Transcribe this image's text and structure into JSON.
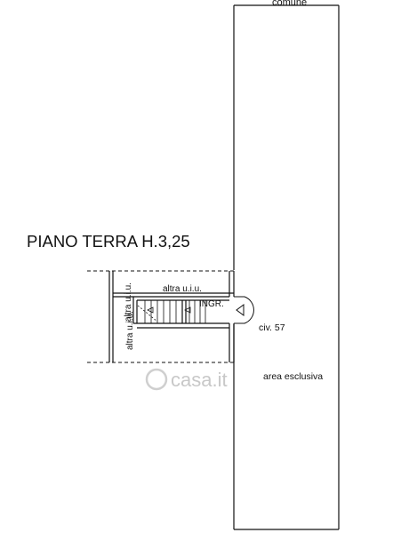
{
  "plan": {
    "title": "PIANO TERRA H.3,25",
    "labels": {
      "comune": "comune",
      "altra_uiu_top": "altra u.i.u.",
      "altra_uiu_left_a": "altra u.i.u.",
      "altra_uiu_left_b": "altra u.i.u.",
      "ingresso": "INGR.",
      "civico": "civ. 57",
      "area": "area esclusiva"
    },
    "watermark": "casa.it",
    "colors": {
      "line": "#111111",
      "watermark": "#c8c8c8"
    }
  }
}
